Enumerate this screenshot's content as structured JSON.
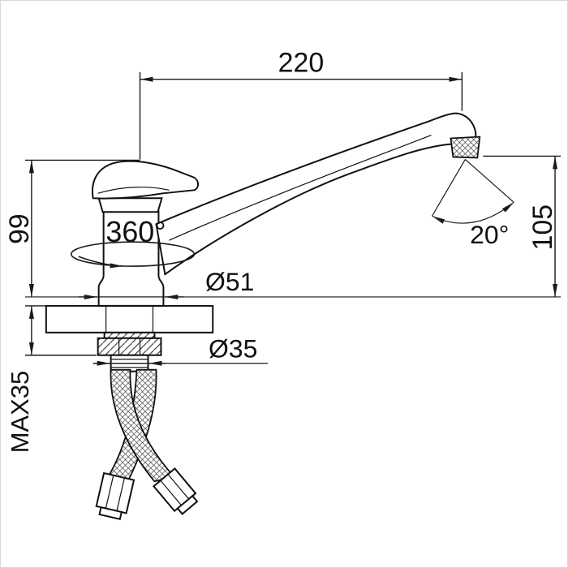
{
  "drawing": {
    "subject": "single-lever-sink-faucet-dimension-drawing",
    "line_color": "#1a1a1a",
    "background": "#ffffff",
    "labels": {
      "spout_reach": "220",
      "body_height": "99",
      "spout_height": "105",
      "handle_rotation": "360°",
      "spout_angle": "20°",
      "base_diameter": "Ø51",
      "thread_diameter": "Ø35",
      "max_mount_thickness": "MAX35"
    }
  }
}
